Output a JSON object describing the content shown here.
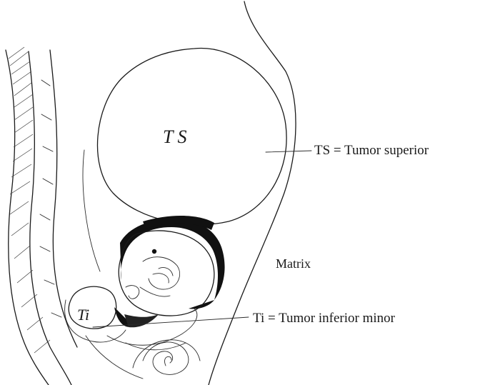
{
  "figure": {
    "labels": {
      "ts_inside": "T S",
      "ti_inside": "Ti",
      "ts_caption": "TS = Tumor superior",
      "matrix": "Matrix",
      "ti_caption": "Ti = Tumor inferior minor"
    },
    "colors": {
      "ink": "#1a1a1a",
      "background": "#ffffff",
      "dark_tissue": "#111111"
    }
  }
}
